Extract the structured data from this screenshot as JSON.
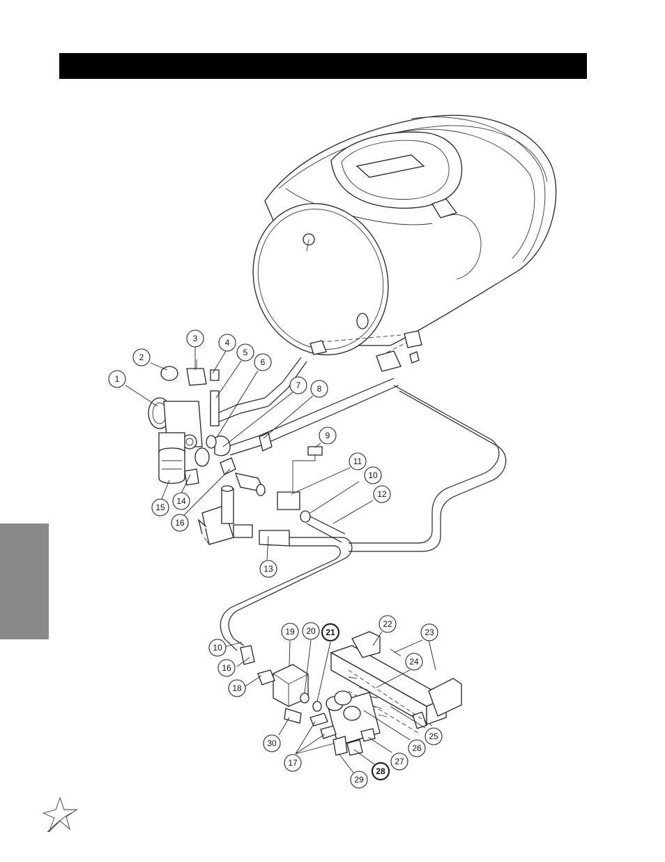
{
  "header": {
    "title": ""
  },
  "side_tab": {
    "label": ""
  },
  "diagram": {
    "callouts": [
      {
        "label": "1",
        "bold": false
      },
      {
        "label": "2",
        "bold": false
      },
      {
        "label": "3",
        "bold": false
      },
      {
        "label": "4",
        "bold": false
      },
      {
        "label": "5",
        "bold": false
      },
      {
        "label": "6",
        "bold": false
      },
      {
        "label": "7",
        "bold": false
      },
      {
        "label": "8",
        "bold": false
      },
      {
        "label": "9",
        "bold": false
      },
      {
        "label": "10",
        "bold": false
      },
      {
        "label": "11",
        "bold": false
      },
      {
        "label": "12",
        "bold": false
      },
      {
        "label": "13",
        "bold": false
      },
      {
        "label": "14",
        "bold": false
      },
      {
        "label": "15",
        "bold": false
      },
      {
        "label": "16",
        "bold": false
      },
      {
        "label": "10",
        "bold": false
      },
      {
        "label": "16",
        "bold": false
      },
      {
        "label": "17",
        "bold": false
      },
      {
        "label": "18",
        "bold": false
      },
      {
        "label": "19",
        "bold": false
      },
      {
        "label": "20",
        "bold": false
      },
      {
        "label": "21",
        "bold": true
      },
      {
        "label": "22",
        "bold": false
      },
      {
        "label": "23",
        "bold": false
      },
      {
        "label": "24",
        "bold": false
      },
      {
        "label": "25",
        "bold": false
      },
      {
        "label": "26",
        "bold": false
      },
      {
        "label": "27",
        "bold": false
      },
      {
        "label": "28",
        "bold": true
      },
      {
        "label": "29",
        "bold": false
      },
      {
        "label": "30",
        "bold": false
      }
    ]
  },
  "colors": {
    "header_bar": "#000000",
    "side_tab": "#8a8a8a",
    "line": "#222222"
  },
  "icons": {
    "logo": "star-swoosh-logo-icon"
  }
}
